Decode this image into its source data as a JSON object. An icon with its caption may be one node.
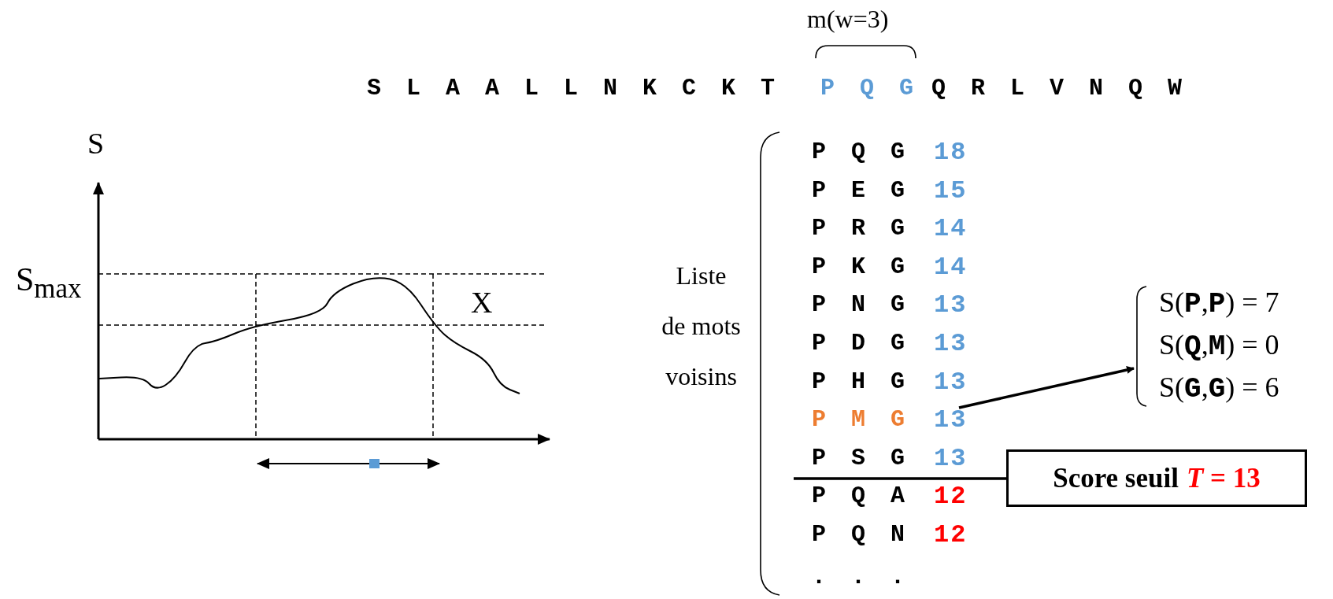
{
  "diagram": {
    "nodes": [
      {
        "text": [
          "P M G",
          "13"
        ]
      },
      {
        "text": [
          "S(**P**,**P**) = 7",
          "S(**Q**,**M**) = 0",
          "S(**G**,**G**) = 6"
        ]
      },
      {
        "text": [
          "Score seuil",
          "*T* = 13"
        ]
      }
    ],
    "edges": [
      {
        "from": 0,
        "to": 1,
        "arrow": "to"
      },
      {
        "from": null,
        "to": 2,
        "arrow": "none"
      }
    ],
    "labels": [
      "m(w=3)",
      "S L A A L L N K C K T",
      "P Q G",
      "Q R L V N Q W",
      "S",
      "S$_{max}$",
      "X",
      "Liste de mots voisins",
      "P Q G",
      "18",
      "P E G",
      "15",
      "P R G",
      "14",
      "P K G",
      "14",
      "P N G",
      "13",
      "P D G",
      "13",
      "P H G",
      "13",
      "P S G",
      "13",
      "P Q A",
      "12",
      "P Q N",
      "12",
      ". . ."
    ]
  }
}
